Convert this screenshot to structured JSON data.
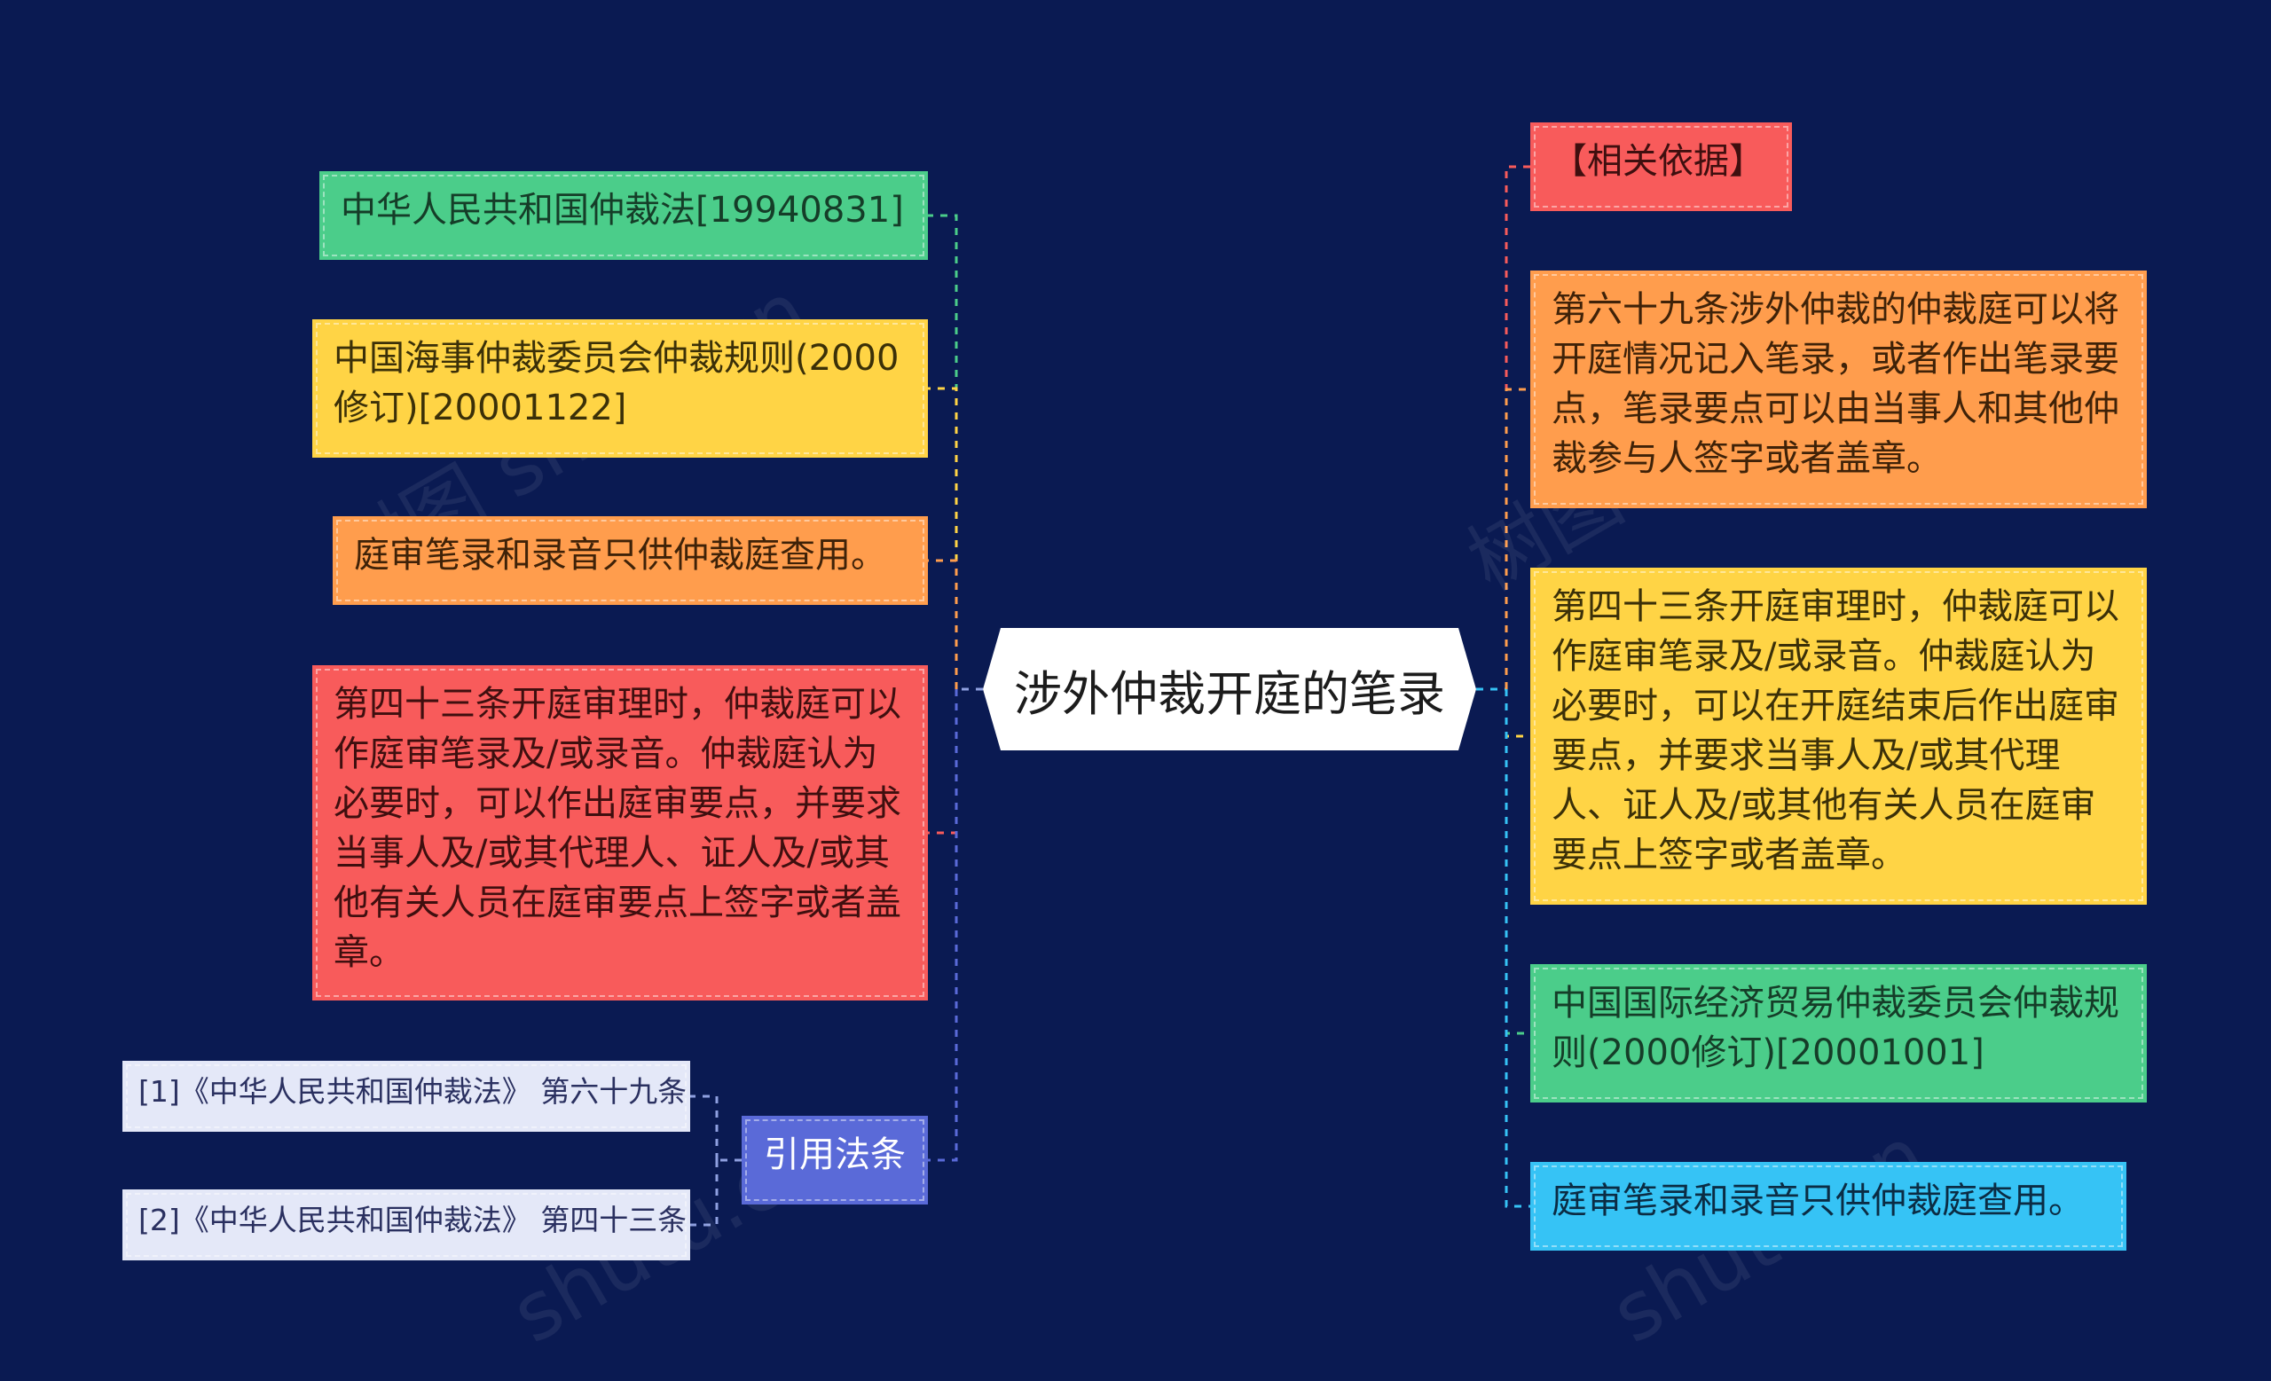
{
  "root": {
    "label": "涉外仲裁开庭的笔录"
  },
  "left_nodes": [
    {
      "id": "l1",
      "label": "中华人民共和国仲裁法[19940831]",
      "color": "green"
    },
    {
      "id": "l2",
      "label": "中国海事仲裁委员会仲裁规则(2000修订)[20001122]",
      "color": "yellow"
    },
    {
      "id": "l3",
      "label": "庭审笔录和录音只供仲裁庭查用。",
      "color": "orange"
    },
    {
      "id": "l4",
      "label": "第四十三条开庭审理时，仲裁庭可以作庭审笔录及/或录音。仲裁庭认为必要时，可以作出庭审要点，并要求当事人及/或其代理人、证人及/或其他有关人员在庭审要点上签字或者盖章。",
      "color": "red"
    },
    {
      "id": "l5",
      "label": "引用法条",
      "color": "purple"
    }
  ],
  "citations": [
    {
      "id": "c1",
      "label": "[1]《中华人民共和国仲裁法》 第六十九条"
    },
    {
      "id": "c2",
      "label": "[2]《中华人民共和国仲裁法》 第四十三条"
    }
  ],
  "right_nodes": [
    {
      "id": "r1",
      "label": "【相关依据】",
      "color": "red"
    },
    {
      "id": "r2",
      "label": "第六十九条涉外仲裁的仲裁庭可以将开庭情况记入笔录，或者作出笔录要点，笔录要点可以由当事人和其他仲裁参与人签字或者盖章。",
      "color": "orange"
    },
    {
      "id": "r3",
      "label": "第四十三条开庭审理时，仲裁庭可以作庭审笔录及/或录音。仲裁庭认为必要时，可以在开庭结束后作出庭审要点，并要求当事人及/或其代理人、证人及/或其他有关人员在庭审要点上签字或者盖章。",
      "color": "yellow"
    },
    {
      "id": "r4",
      "label": "中国国际经济贸易仲裁委员会仲裁规则(2000修订)[20001001]",
      "color": "green"
    },
    {
      "id": "r5",
      "label": "庭审笔录和录音只供仲裁庭查用。",
      "color": "blue"
    }
  ],
  "colors": {
    "background": "#0a1a52",
    "green": "#4bcd8a",
    "yellow": "#ffd445",
    "orange": "#ff9d4d",
    "red": "#f85b5b",
    "blue": "#36c3f5",
    "purple": "#5a6ad8"
  },
  "watermarks": [
    "树图 shutu.cn",
    "树图 shutu.cn",
    "shutu.cn",
    "shutu.cn"
  ]
}
